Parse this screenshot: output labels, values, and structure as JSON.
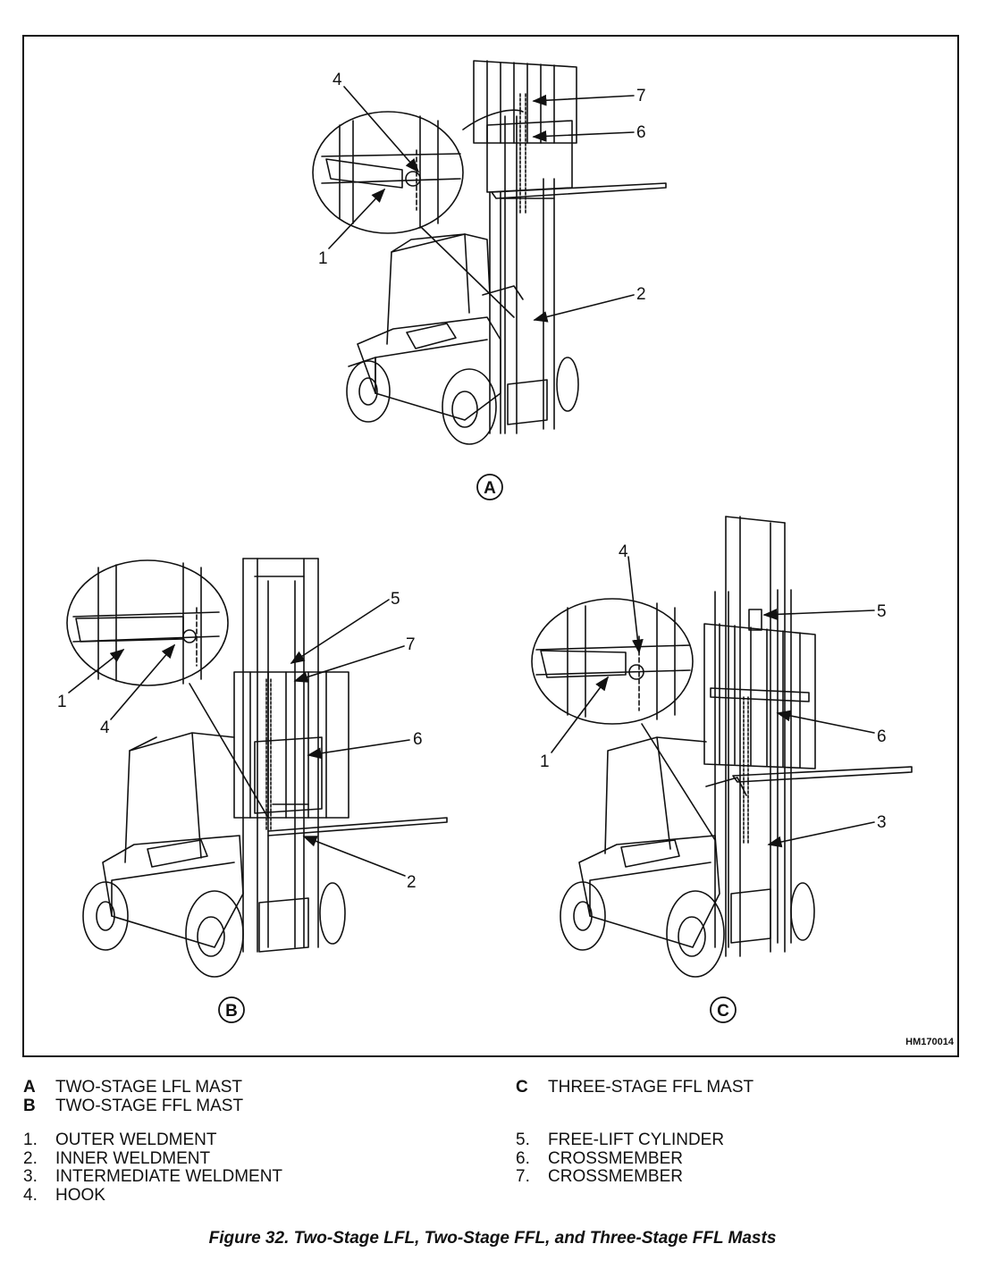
{
  "figure_id": "HM170014",
  "views": [
    {
      "key": "A",
      "label": "TWO-STAGE LFL MAST"
    },
    {
      "key": "B",
      "label": "TWO-STAGE FFL MAST"
    },
    {
      "key": "C",
      "label": "THREE-STAGE FFL MAST"
    }
  ],
  "parts": [
    {
      "num": "1.",
      "label": "OUTER WELDMENT"
    },
    {
      "num": "2.",
      "label": "INNER WELDMENT"
    },
    {
      "num": "3.",
      "label": "INTERMEDIATE WELDMENT"
    },
    {
      "num": "4.",
      "label": "HOOK"
    },
    {
      "num": "5.",
      "label": "FREE-LIFT CYLINDER"
    },
    {
      "num": "6.",
      "label": "CROSSMEMBER"
    },
    {
      "num": "7.",
      "label": "CROSSMEMBER"
    }
  ],
  "view_keys": {
    "a": "A",
    "b": "B",
    "c": "C"
  },
  "callouts": {
    "one": "1",
    "two": "2",
    "three": "3",
    "four": "4",
    "five": "5",
    "six": "6",
    "seven": "7"
  },
  "caption": "Figure 32. Two-Stage LFL, Two-Stage FFL, and Three-Stage FFL Masts"
}
